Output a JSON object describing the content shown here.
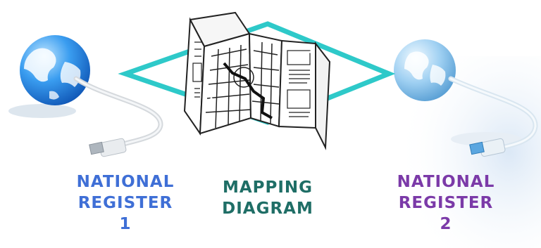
{
  "colors": {
    "diamond_stroke": "#2ec9c9",
    "left_label": "#3f6fd6",
    "center_label": "#1f6e66",
    "right_label": "#7b3aa8",
    "globe_left": "#2f8fe0",
    "globe_right": "#8cc4ea"
  },
  "icons": {
    "left_globe": "globe-icon",
    "right_globe": "globe-icon",
    "left_cable": "usb-cable-icon",
    "right_cable": "usb-cable-icon",
    "map": "folded-map-icon"
  },
  "left_node": {
    "line1": "NATIONAL",
    "line2": "REGISTER",
    "line3": "1"
  },
  "center_node": {
    "line1": "MAPPING",
    "line2": "DIAGRAM"
  },
  "right_node": {
    "line1": "NATIONAL",
    "line2": "REGISTER",
    "line3": "2"
  }
}
